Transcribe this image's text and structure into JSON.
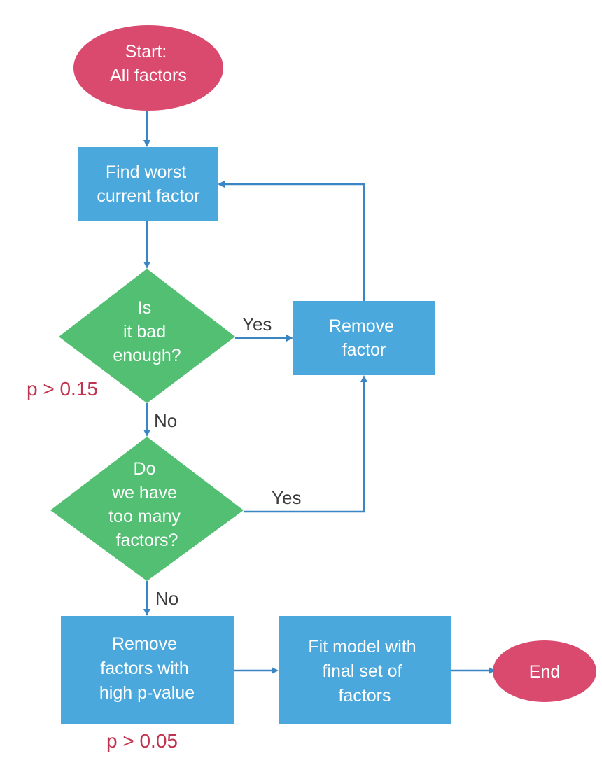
{
  "colors": {
    "terminal": "#d94a6e",
    "process": "#4aa8dd",
    "decision": "#52bf72",
    "arrow": "#3a86c4",
    "threshold_text": "#c0334f"
  },
  "nodes": {
    "start": {
      "lines": [
        "Start:",
        "All factors"
      ]
    },
    "find_worst": {
      "lines": [
        "Find worst",
        "current factor"
      ]
    },
    "is_bad": {
      "lines": [
        "Is",
        "it bad",
        "enough?"
      ]
    },
    "remove_factor": {
      "lines": [
        "Remove",
        "factor"
      ]
    },
    "too_many": {
      "lines": [
        "Do",
        "we have",
        "too many",
        "factors?"
      ]
    },
    "remove_high_p": {
      "lines": [
        "Remove",
        "factors with",
        "high p-value"
      ]
    },
    "fit_model": {
      "lines": [
        "Fit model with",
        "final set of",
        "factors"
      ]
    },
    "end": {
      "lines": [
        "End"
      ]
    }
  },
  "edge_labels": {
    "is_bad_yes": "Yes",
    "is_bad_no": "No",
    "too_many_yes": "Yes",
    "too_many_no": "No"
  },
  "thresholds": {
    "remove_threshold": "p > 0.15",
    "final_threshold": "p > 0.05"
  }
}
